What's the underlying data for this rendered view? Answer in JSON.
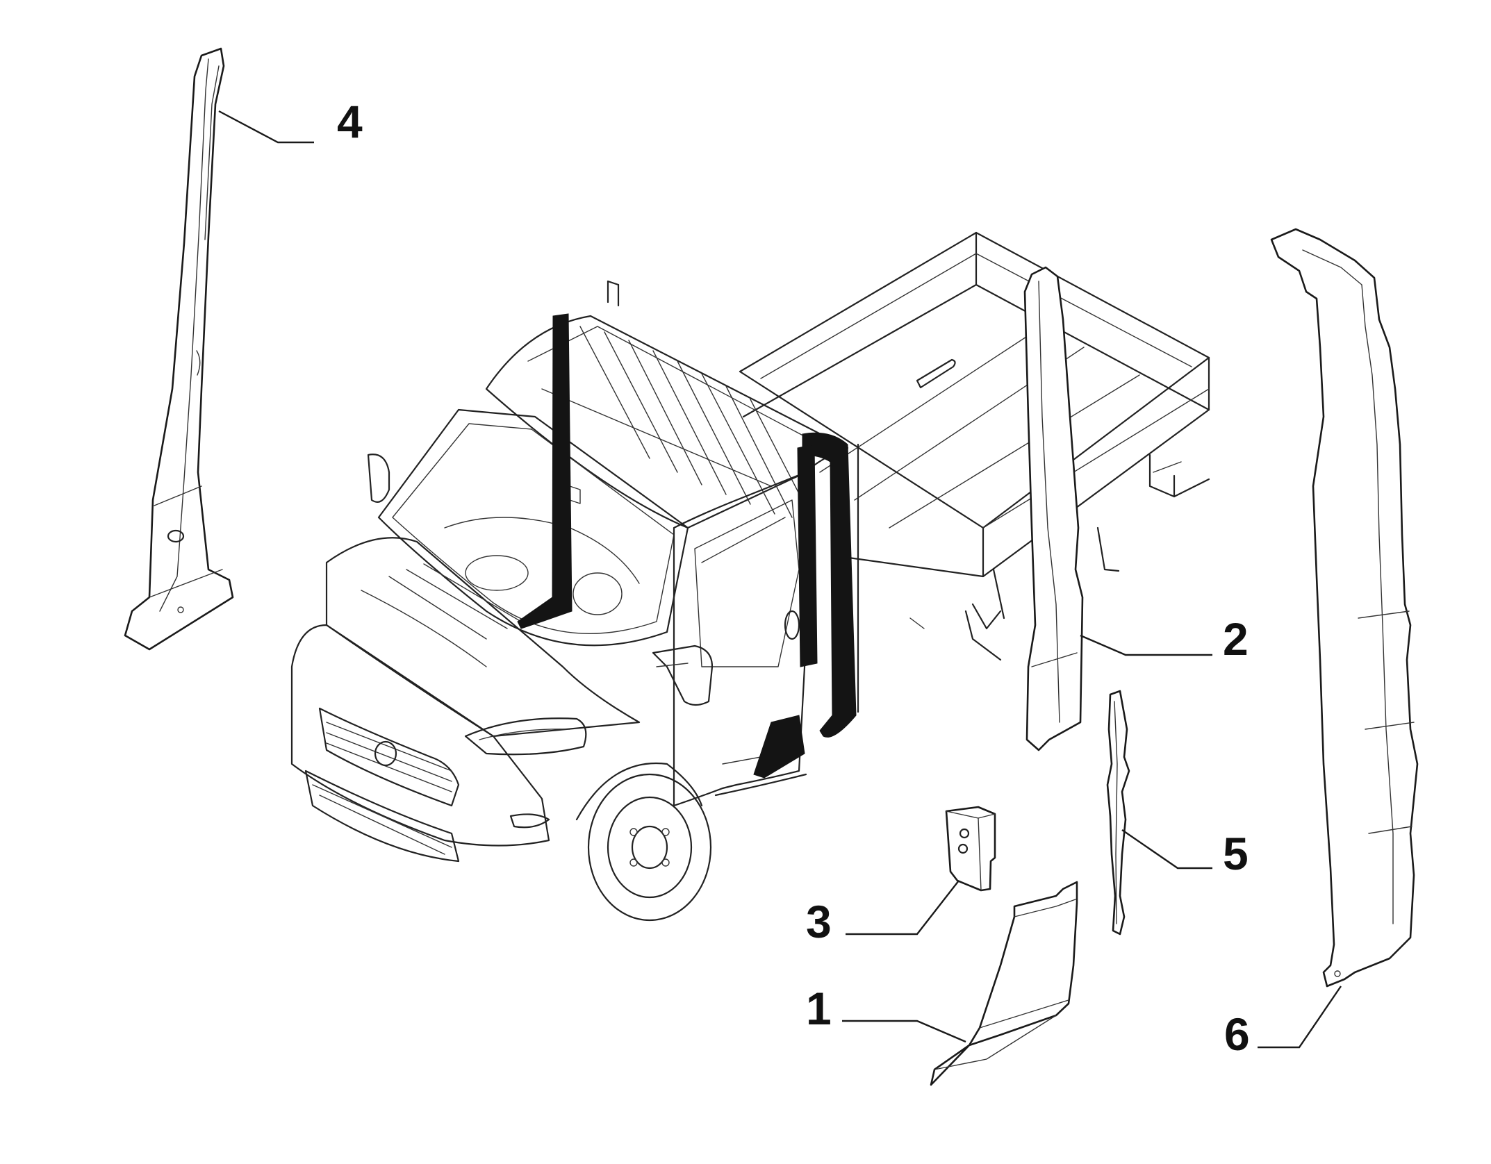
{
  "callouts": [
    {
      "id": "1",
      "label": "1"
    },
    {
      "id": "2",
      "label": "2"
    },
    {
      "id": "3",
      "label": "3"
    },
    {
      "id": "4",
      "label": "4"
    },
    {
      "id": "5",
      "label": "5"
    },
    {
      "id": "6",
      "label": "6"
    }
  ],
  "colors": {
    "line": "#1a1a1a",
    "background": "#ffffff",
    "highlight": "#141414"
  }
}
